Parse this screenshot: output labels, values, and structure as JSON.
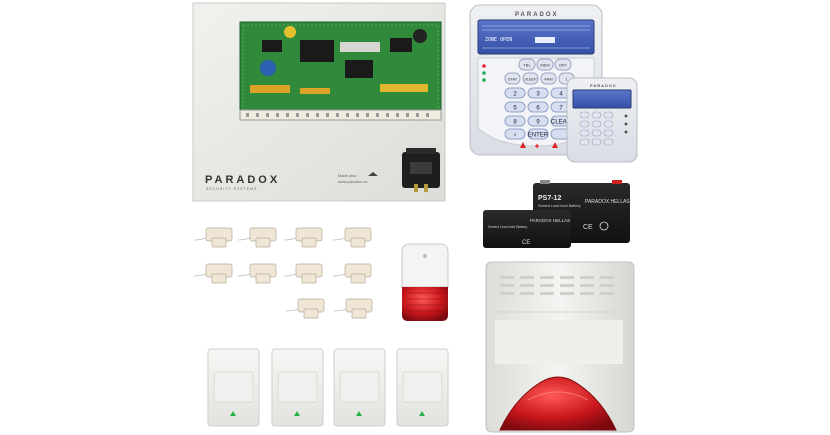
{
  "panel": {
    "brand": "PARADOX",
    "sub_brand": "SECURITY SYSTEMS",
    "footer_line1": "Made also",
    "footer_line2": "www.paradox.ca"
  },
  "keypad_large": {
    "brand": "PARADOX",
    "lcd_text": "ZONE OPEN",
    "keys": [
      "TBL",
      "MEM",
      "OFF",
      "STAY",
      "SLEEP",
      "ARM",
      "1",
      "2",
      "3",
      "4",
      "5",
      "6",
      "7",
      "8",
      "9",
      "CLEAR",
      "0",
      "ENTER"
    ]
  },
  "keypad_small": {
    "brand": "PARADOX"
  },
  "batteries": [
    {
      "model": "PS7-12",
      "type": "Sealed Lead Acid Battery",
      "brand": "PARADOX HELLAS"
    },
    {
      "model": "",
      "type": "Sealed Lead Acid Battery",
      "brand": "PARADOX HELLAS"
    }
  ],
  "colors": {
    "pcb": "#2f8a3c",
    "siren_lens": "#c8171c",
    "enclosure": "#e9e9e6"
  }
}
